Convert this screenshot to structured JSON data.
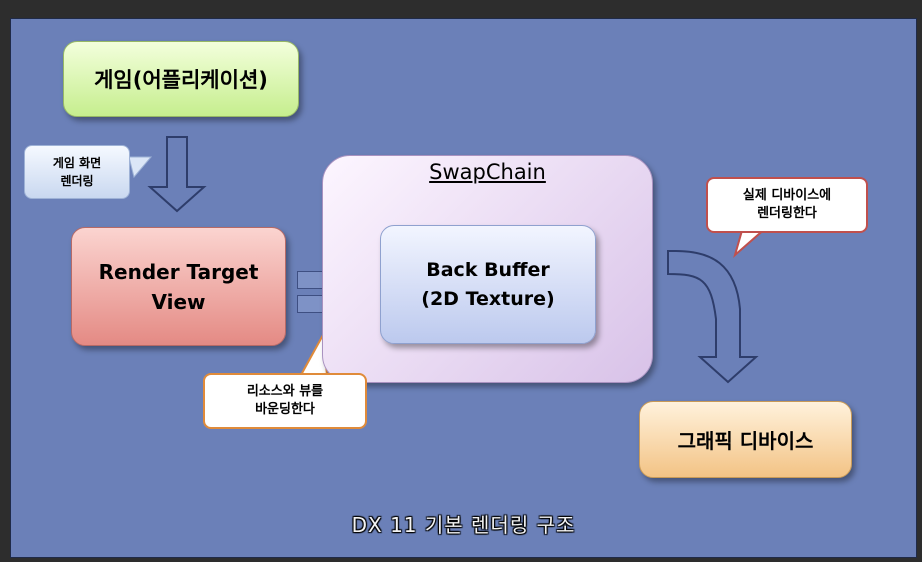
{
  "boxes": {
    "game_app": "게임(어플리케이션)",
    "render_target_view": "Render Target\nView",
    "swap_chain": "SwapChain",
    "back_buffer": "Back Buffer\n(2D Texture)",
    "graphics_device": "그래픽 디바이스"
  },
  "callouts": {
    "game_screen_render": "게임 화면\n렌더링",
    "render_to_device": "실제 디바이스에\n렌더링한다",
    "bind_resource_view": "리소스와 뷰를\n바운딩한다"
  },
  "caption": "DX 11 기본 렌더링 구조",
  "colors": {
    "background": "#6b80b8",
    "game_box": "#c6ee8e",
    "render_target_box": "#e48a84",
    "swap_chain_box": "#d8c2e8",
    "back_buffer_box": "#bcc9ee",
    "device_box": "#f3c385",
    "callout_border_red": "#c0504d",
    "callout_border_orange": "#e08b3a"
  }
}
